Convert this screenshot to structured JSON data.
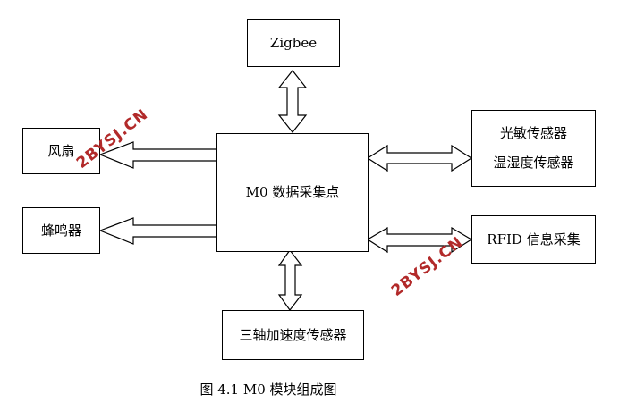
{
  "diagram": {
    "nodes": {
      "zigbee": "Zigbee",
      "center": "M0 数据采集点",
      "fan": "风扇",
      "buzzer": "蜂鸣器",
      "sensors_line1": "光敏传感器",
      "sensors_line2": "温湿度传感器",
      "rfid": "RFID 信息采集",
      "accel": "三轴加速度传感器"
    },
    "caption": "图 4.1 M0 模块组成图",
    "watermark": "2BYSJ.CN"
  }
}
